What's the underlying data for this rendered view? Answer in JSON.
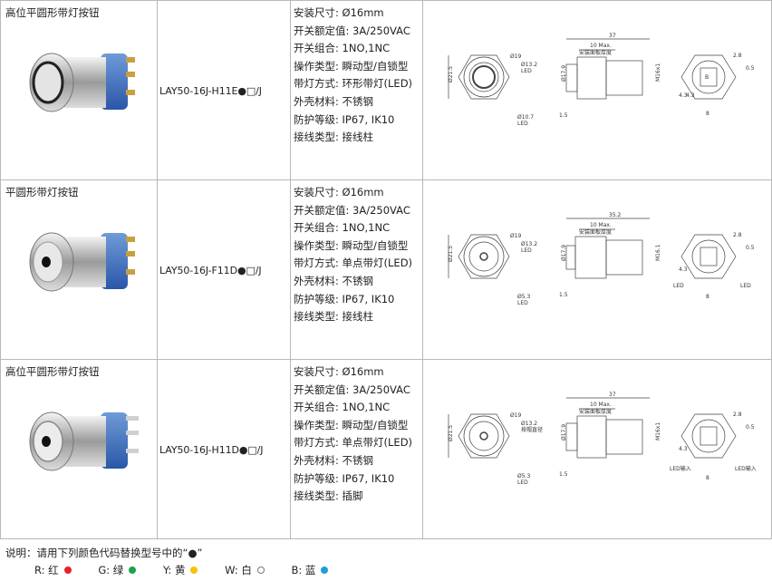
{
  "products": [
    {
      "name": "高位平圆形带灯按钮",
      "model": "LAY50-16J-H11E●□/J",
      "specs": [
        "安装尺寸: Ø16mm",
        "开关额定值: 3A/250VAC",
        "开关组合: 1NO,1NC",
        "操作类型: 瞬动型/自锁型",
        "带灯方式: 环形带灯(LED)",
        "外壳材料: 不锈钢",
        "防护等级: IP67, IK10",
        "接线类型: 接线柱"
      ],
      "drawing": {
        "front": [
          "Ø19",
          "Ø13.2",
          "LED",
          "Ø21.5",
          "Ø10.7",
          "LED"
        ],
        "side": [
          "37",
          "10 Max.",
          "安装面板厚度",
          "Ø17.9",
          "M16x1",
          "1.5"
        ],
        "rear": [
          "2.8",
          "0.5",
          "4.3",
          "4.3",
          "B",
          "8"
        ]
      }
    },
    {
      "name": "平圆形带灯按钮",
      "model": "LAY50-16J-F11D●□/J",
      "specs": [
        "安装尺寸: Ø16mm",
        "开关额定值: 3A/250VAC",
        "开关组合: 1NO,1NC",
        "操作类型: 瞬动型/自锁型",
        "带灯方式: 单点带灯(LED)",
        "外壳材料: 不锈钢",
        "防护等级: IP67, IK10",
        "接线类型: 接线柱"
      ],
      "drawing": {
        "front": [
          "Ø19",
          "Ø13.2",
          "LED",
          "Ø21.5",
          "Ø5.3",
          "LED"
        ],
        "side": [
          "35.2",
          "10 Max.",
          "安装面板厚度",
          "Ø17.9",
          "M16.1",
          "1.5"
        ],
        "rear": [
          "2.8",
          "0.5",
          "4.3",
          "LED",
          "LED",
          "8"
        ]
      }
    },
    {
      "name": "高位平圆形带灯按钮",
      "model": "LAY50-16J-H11D●□/J",
      "specs": [
        "安装尺寸: Ø16mm",
        "开关额定值: 3A/250VAC",
        "开关组合: 1NO,1NC",
        "操作类型: 瞬动型/自锁型",
        "带灯方式: 单点带灯(LED)",
        "外壳材料: 不锈钢",
        "防护等级: IP67, IK10",
        "接线类型: 插脚"
      ],
      "drawing": {
        "front": [
          "Ø19",
          "Ø13.2",
          "按帽直径",
          "Ø21.5",
          "Ø5.3",
          "LED"
        ],
        "side": [
          "37",
          "10 Max.",
          "安装面板厚度",
          "Ø17.9",
          "M16x1",
          "1.5"
        ],
        "rear": [
          "2.8",
          "0.5",
          "4.3",
          "LED输入",
          "LED输入",
          "8"
        ]
      }
    }
  ],
  "note": "说明：请用下列颜色代码替换型号中的“●”",
  "colors": [
    {
      "code": "R: 红",
      "hex": "#e8202a"
    },
    {
      "code": "G: 绿",
      "hex": "#1aa34a"
    },
    {
      "code": "Y: 黄",
      "hex": "#f5c400"
    },
    {
      "code": "W: 白",
      "hex": "#ffffff"
    },
    {
      "code": "B: 蓝",
      "hex": "#1aa0dc"
    }
  ]
}
